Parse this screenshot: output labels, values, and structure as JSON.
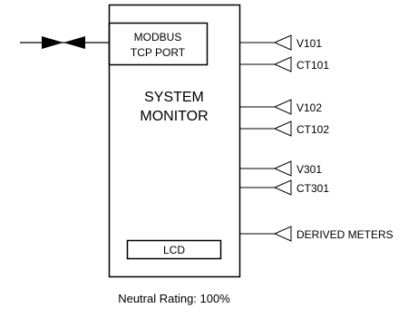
{
  "diagram": {
    "modbus_port": {
      "line1": "MODBUS",
      "line2": "TCP PORT"
    },
    "title": {
      "line1": "SYSTEM",
      "line2": "MONITOR"
    },
    "lcd_label": "LCD",
    "meters": [
      {
        "label": "V101"
      },
      {
        "label": "CT101"
      },
      {
        "label": "V102"
      },
      {
        "label": "CT102"
      },
      {
        "label": "V301"
      },
      {
        "label": "CT301"
      },
      {
        "label": "DERIVED METERS"
      }
    ],
    "footer": "Neutral Rating: 100%",
    "colors": {
      "stroke": "#000000",
      "background": "#ffffff"
    }
  }
}
